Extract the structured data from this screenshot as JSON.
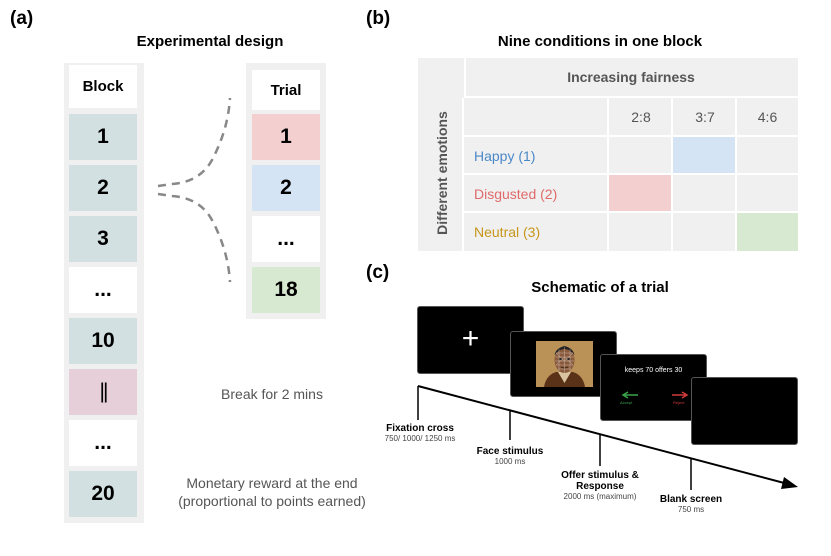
{
  "panel_a": {
    "label": "(a)",
    "title": "Experimental design",
    "block_header": "Block",
    "blocks": [
      "1",
      "2",
      "3",
      "...",
      "10",
      "||",
      "...",
      "20"
    ],
    "trial_header": "Trial",
    "trials": [
      "1",
      "2",
      "...",
      "18"
    ],
    "break_note": "Break for 2 mins",
    "reward_note_line1": "Monetary reward at the end",
    "reward_note_line2": "(proportional to points earned)"
  },
  "panel_b": {
    "label": "(b)",
    "title": "Nine conditions in one block",
    "col_title": "Increasing fairness",
    "row_title": "Different emotions",
    "columns": [
      "2:8",
      "3:7",
      "4:6"
    ],
    "rows": [
      {
        "label": "Happy (1)",
        "color": "#4a88c7"
      },
      {
        "label": "Disgusted (2)",
        "color": "#e06a6a"
      },
      {
        "label": "Neutral (3)",
        "color": "#c7961a"
      }
    ]
  },
  "panel_c": {
    "label": "(c)",
    "title": "Schematic of a trial",
    "fixation_symbol": "+",
    "offer_text": "keeps 70 offers 30",
    "accept_label": "Accept",
    "reject_label": "Reject",
    "steps": [
      {
        "name": "Fixation cross",
        "duration": "750/ 1000/ 1250 ms"
      },
      {
        "name": "Face stimulus",
        "duration": "1000 ms"
      },
      {
        "name": "Offer stimulus &",
        "name2": "Response",
        "duration": "2000 ms (maximum)"
      },
      {
        "name": "Blank screen",
        "duration": "750 ms"
      }
    ]
  }
}
